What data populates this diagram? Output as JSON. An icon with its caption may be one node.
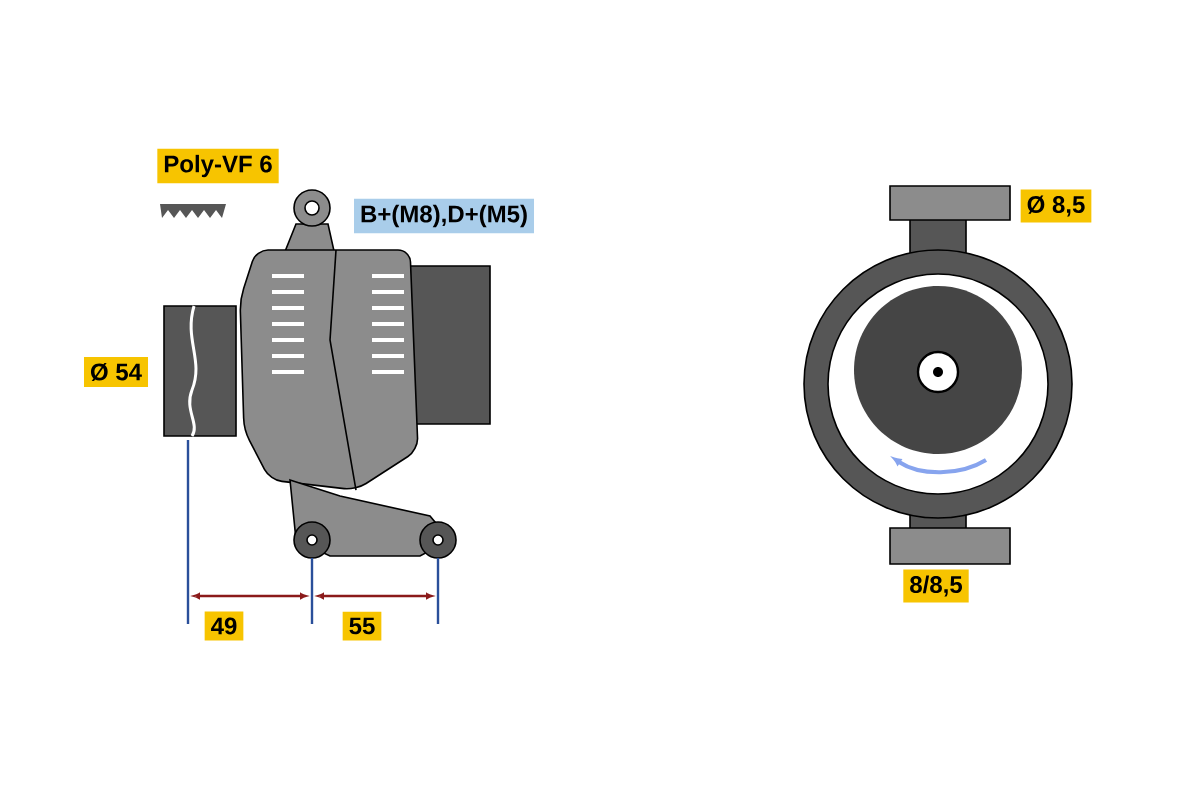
{
  "diagram": {
    "labels": [
      "Poly-VF 6",
      "B+(M8),D+(M5)",
      "Ø 54",
      "49",
      "55",
      "Ø 8,5",
      "8/8,5"
    ]
  }
}
